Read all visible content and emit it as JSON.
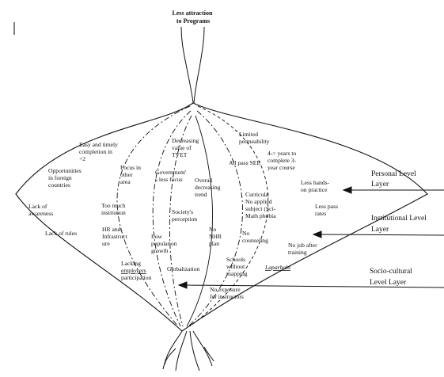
{
  "title": [
    "Less attraction",
    "to Programs"
  ],
  "layers": {
    "personal": [
      "Personal Level",
      "Layer"
    ],
    "institutional": [
      "Institutional Level",
      "Layer"
    ],
    "sociocultural": [
      "Socio-cultural",
      "Level Layer"
    ]
  },
  "factors": {
    "easy_completion": [
      "Easy and timely",
      "completion in",
      "+2"
    ],
    "opportunities_foreign": [
      "Opportunities",
      "in foreign",
      "countries"
    ],
    "lack_awareness": [
      "Lack of",
      "awareness"
    ],
    "lack_rules": "Lack of rules",
    "focus_other_area": [
      "Focus in",
      "other",
      "area"
    ],
    "too_much_institution": [
      "Too much",
      "institution"
    ],
    "hr_infrastructure": [
      "HR and",
      "Infrastruct",
      "ure"
    ],
    "lacking_employers": [
      "Lacking",
      "employers",
      "participation"
    ],
    "decreasing_value": [
      "Decreasing",
      "value of",
      "TVET"
    ],
    "government_focus": [
      "Government'",
      "s less focus"
    ],
    "society_perception": [
      "Society's",
      "perception"
    ],
    "low_population": [
      "Low",
      "population",
      "growth"
    ],
    "globalization": "Globalization",
    "overall_trend": [
      "Overall",
      "decreasing",
      "trend"
    ],
    "no_nhr_plan": [
      "No",
      "NHR",
      "plan"
    ],
    "limited_permeability": [
      "Limited",
      "permeability"
    ],
    "all_pass_see": "All pass SEE",
    "curricula": [
      "Curricula:",
      "No applied",
      "subject (Sci-",
      "Math phobia"
    ],
    "no_counseling": [
      "No",
      "counseling"
    ],
    "schools_mapping": [
      "Schools",
      "without",
      "mapping"
    ],
    "no_exposure": [
      "No exposure",
      "for instructors"
    ],
    "four_years": [
      "4-> years to",
      "complete 3-",
      "year course"
    ],
    "less_hands_on": [
      "Less hands-",
      "on practice"
    ],
    "less_pass_rates": [
      "Less pass",
      "rates"
    ],
    "no_job_training": [
      "No job after",
      "training"
    ],
    "laparbahi": "Laparbahi"
  }
}
